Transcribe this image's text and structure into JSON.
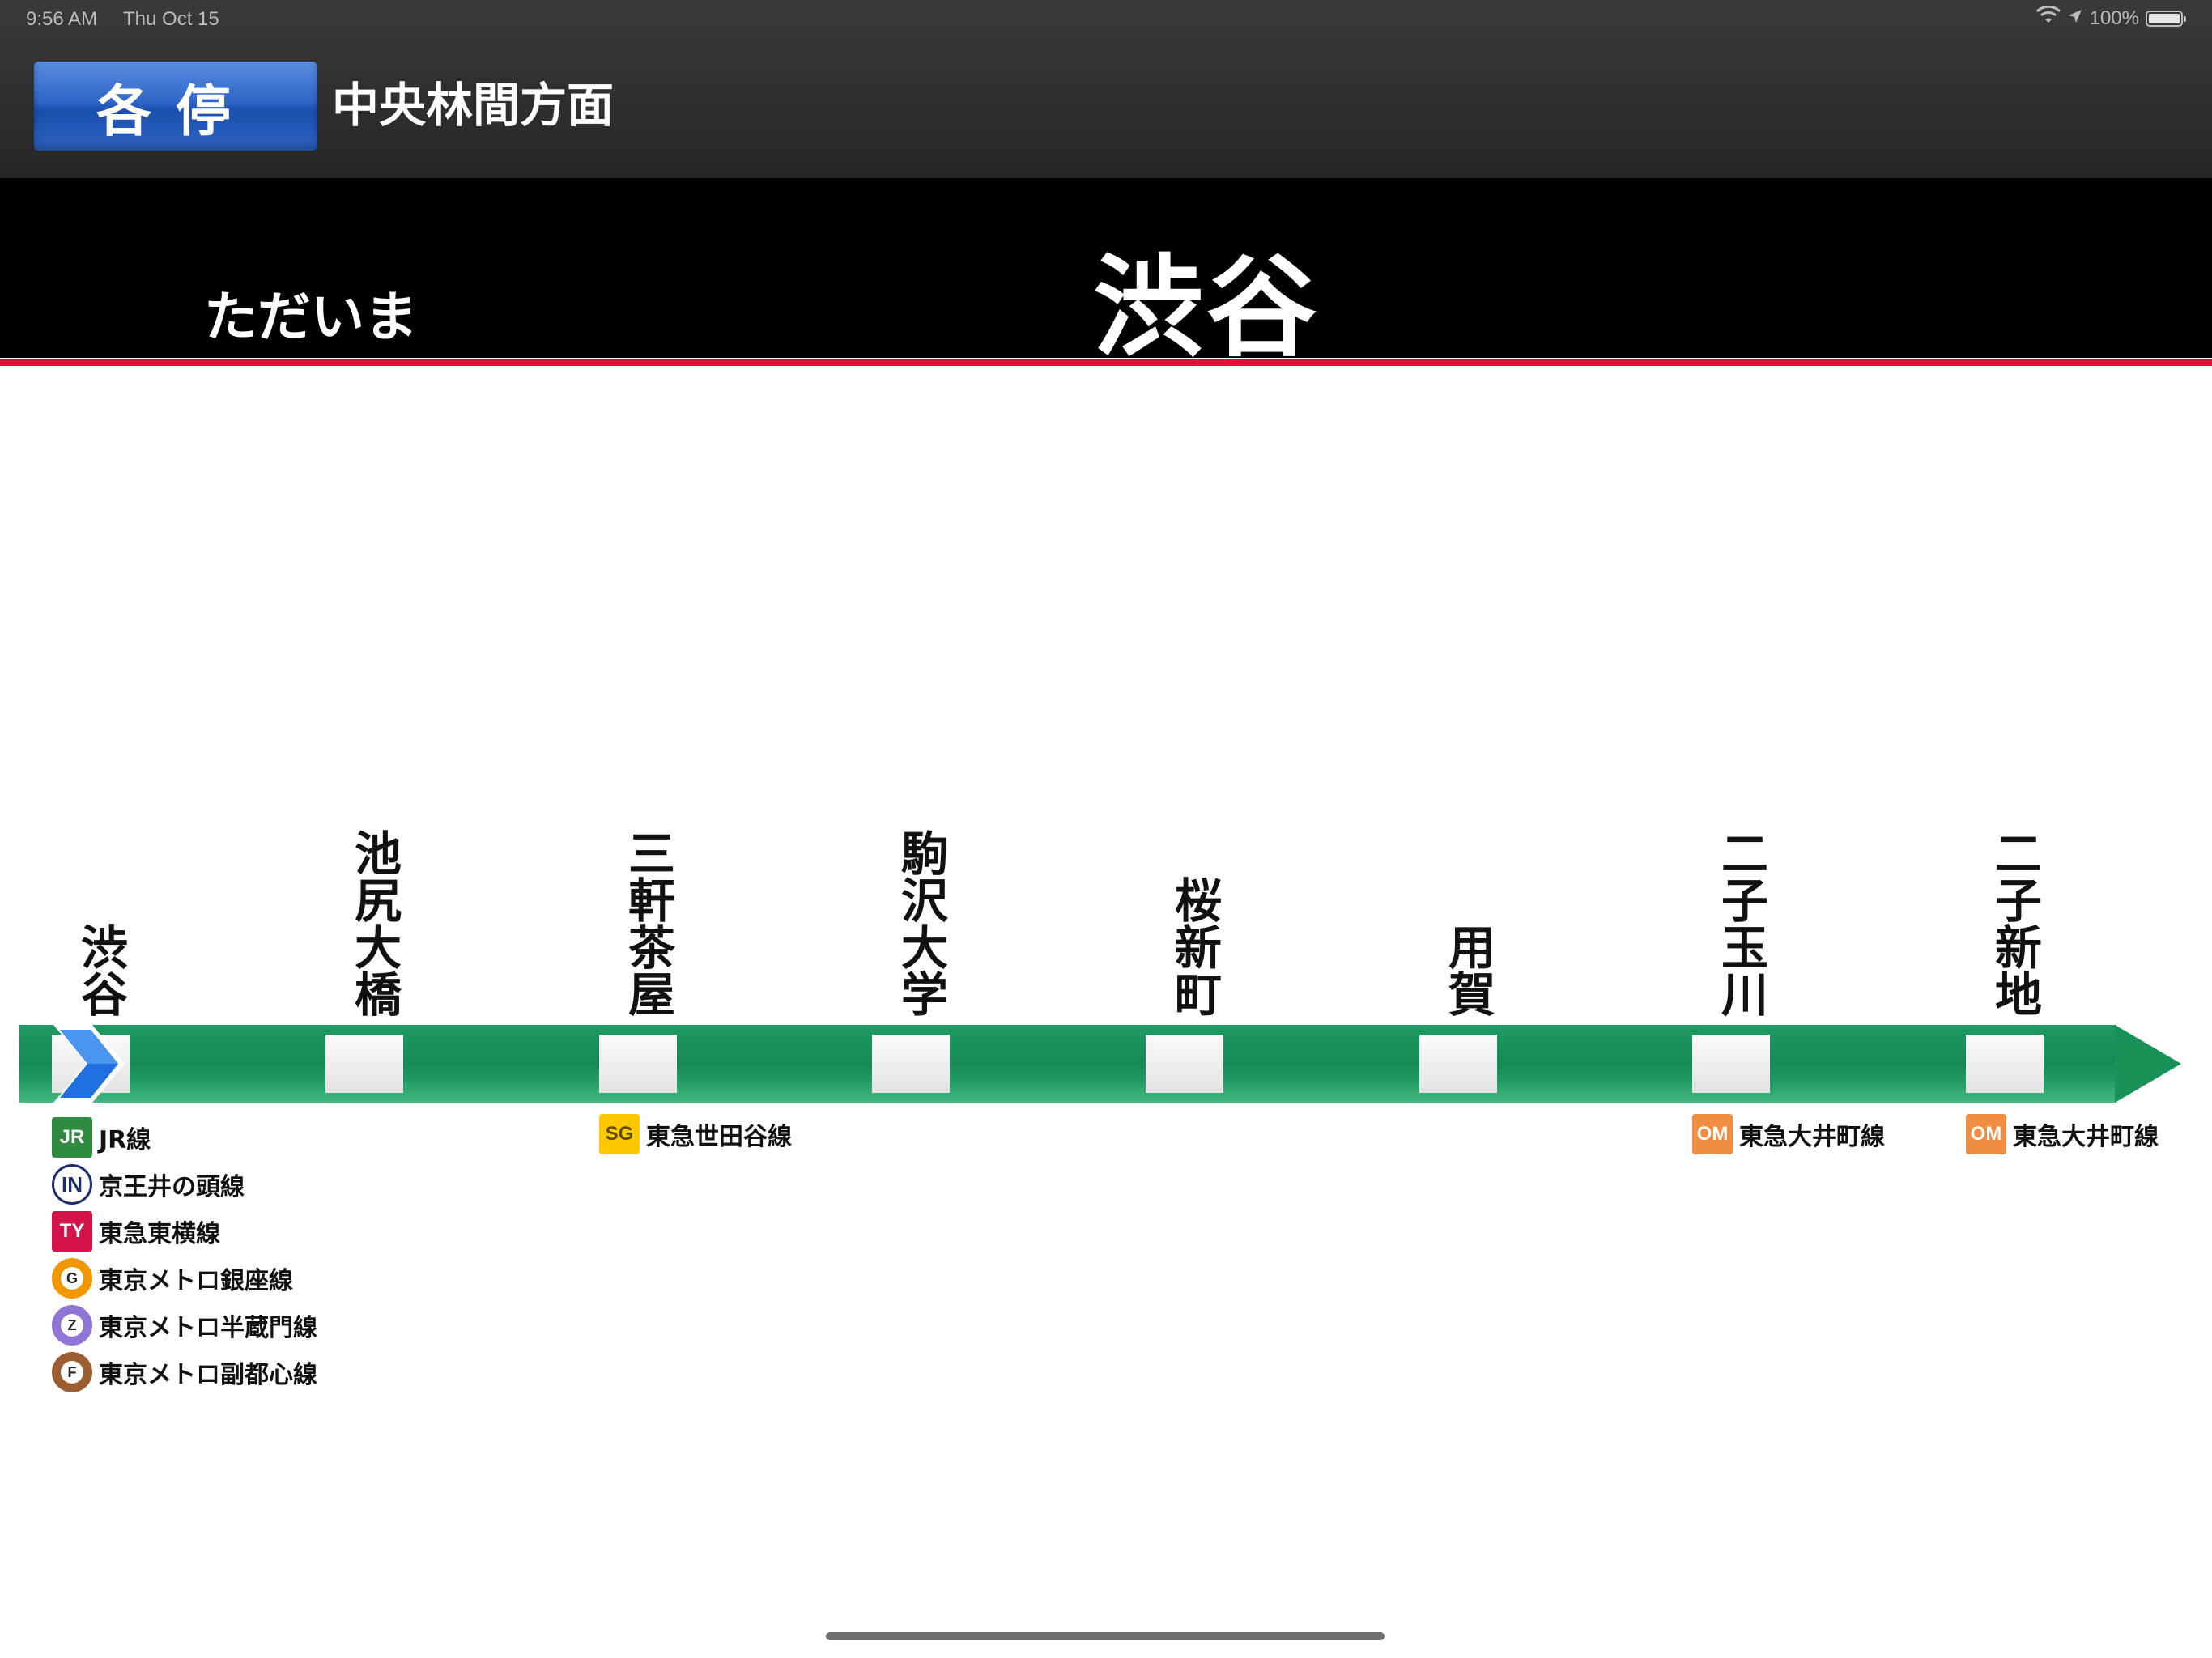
{
  "status_bar": {
    "time": "9:56 AM",
    "date": "Thu Oct 15",
    "battery": "100%"
  },
  "header": {
    "train_type": "各停",
    "bound_for": "中央林間方面",
    "train_type_color": "#2f66c9"
  },
  "banner": {
    "state": "ただいま",
    "current_station": "渋谷",
    "accent_color": "#d9143c"
  },
  "line": {
    "color": "#1f9a63"
  },
  "stations": [
    {
      "name": "渋谷",
      "current": true
    },
    {
      "name": "池尻大橋"
    },
    {
      "name": "三軒茶屋"
    },
    {
      "name": "駒沢大学"
    },
    {
      "name": "桜新町"
    },
    {
      "name": "用賀"
    },
    {
      "name": "二子玉川"
    },
    {
      "name": "二子新地"
    }
  ],
  "transfers": {
    "shibuya": [
      {
        "code": "JR",
        "name": "JR線",
        "color": "#2e8b3f",
        "shape": "square"
      },
      {
        "code": "IN",
        "name": "京王井の頭線",
        "color": "#1c2d6b",
        "shape": "ring"
      },
      {
        "code": "TY",
        "name": "東急東横線",
        "color": "#d4134a",
        "shape": "square"
      },
      {
        "code": "G",
        "name": "東京メトロ銀座線",
        "color": "#f39700",
        "shape": "circle"
      },
      {
        "code": "Z",
        "name": "東京メトロ半蔵門線",
        "color": "#8f76d6",
        "shape": "circle"
      },
      {
        "code": "F",
        "name": "東京メトロ副都心線",
        "color": "#9c5e31",
        "shape": "circle"
      }
    ],
    "sangenjaya": [
      {
        "code": "SG",
        "name": "東急世田谷線",
        "color": "#fcc800",
        "shape": "square"
      }
    ],
    "futakotamagawa": [
      {
        "code": "OM",
        "name": "東急大井町線",
        "color": "#f18c43",
        "shape": "square"
      }
    ],
    "futakoshinchi": [
      {
        "code": "OM",
        "name": "東急大井町線",
        "color": "#f18c43",
        "shape": "square"
      }
    ]
  }
}
